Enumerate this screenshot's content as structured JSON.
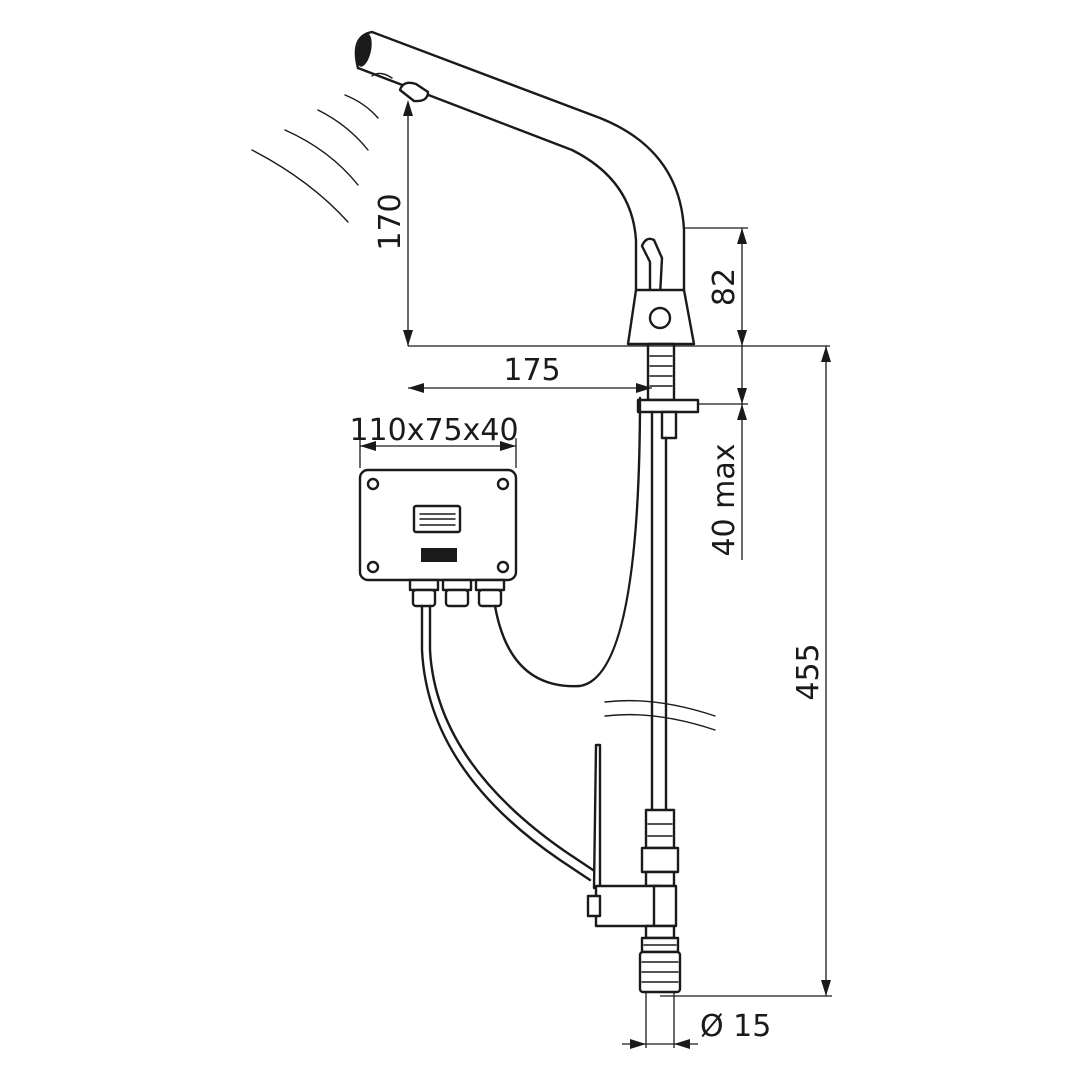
{
  "dimensions": {
    "spout_height": "170",
    "lever_height": "82",
    "spout_reach": "175",
    "box_size": "110x75x40",
    "deck_thickness": "40 max",
    "total_length": "455",
    "pipe_diameter": "Ø 15"
  }
}
